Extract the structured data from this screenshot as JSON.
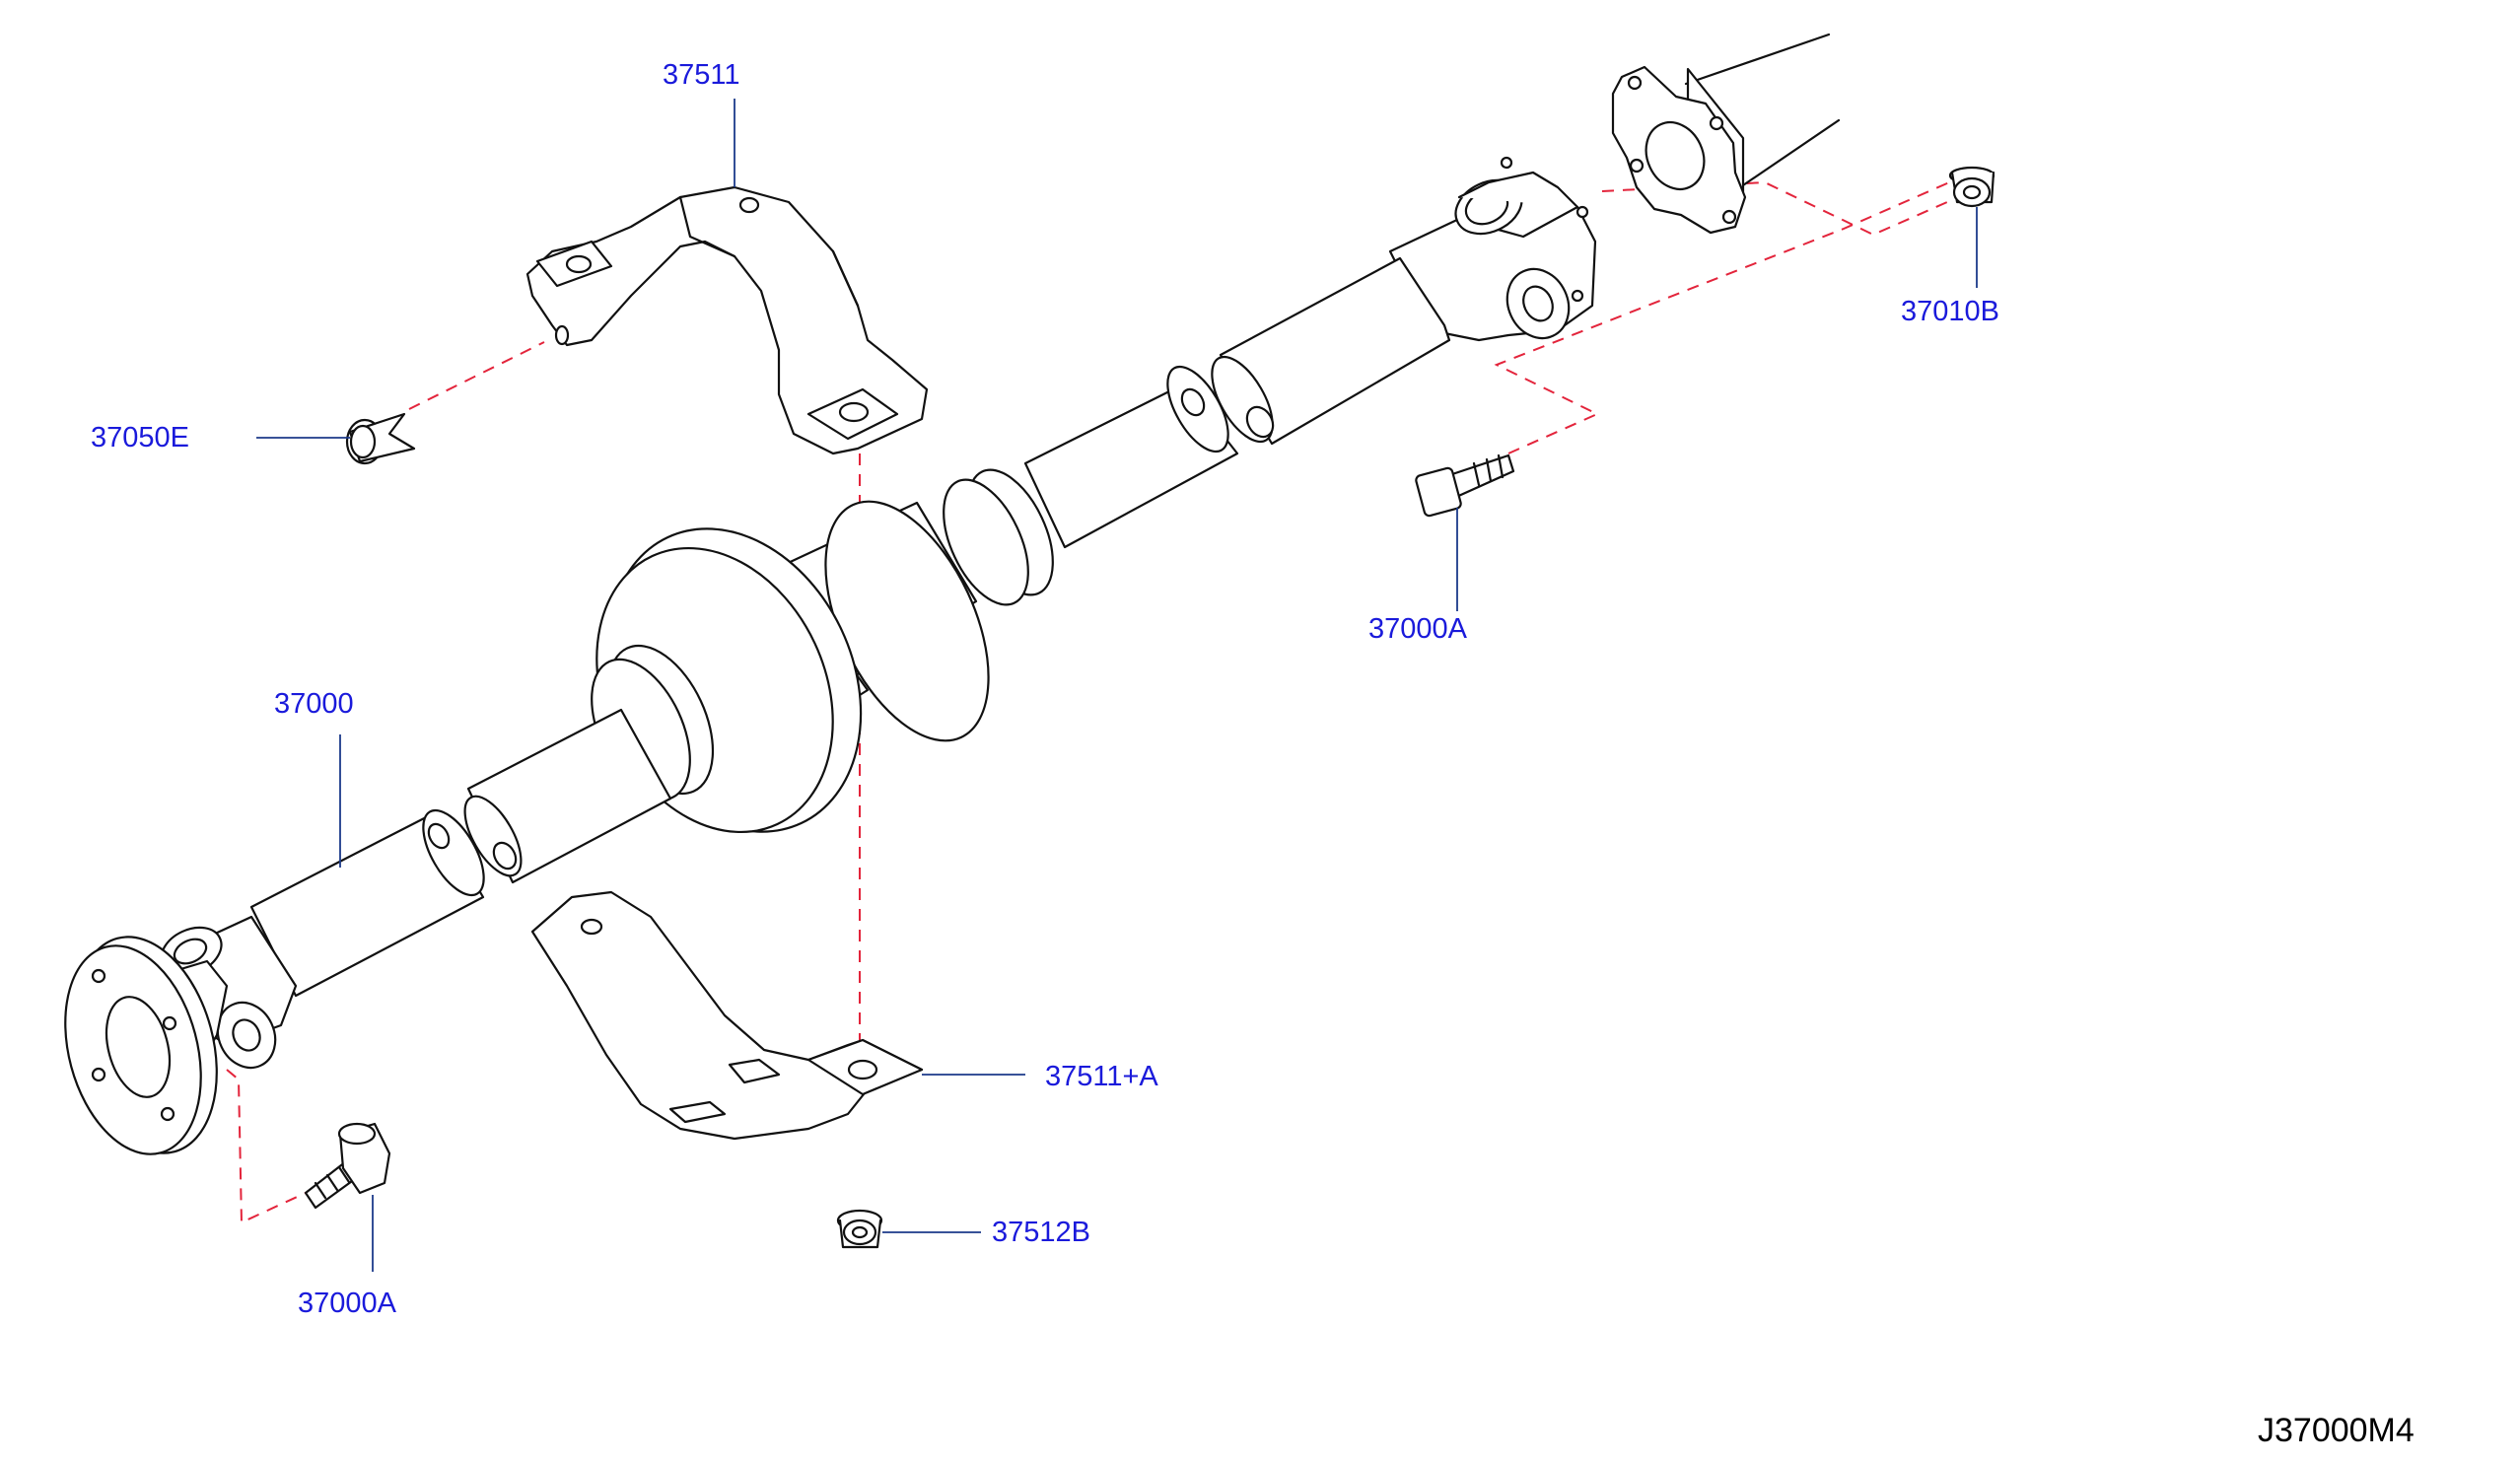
{
  "diagram": {
    "labels": {
      "center_bearing_bracket_upper": "37511",
      "grommet_clip": "37050E",
      "propeller_shaft": "37000",
      "flange_bolt_front": "37000A",
      "flange_bolt_rear": "37000A",
      "flange_nut": "37010B",
      "center_bearing_bracket_lower": "37511+A",
      "bracket_nut": "37512B"
    },
    "drawing_code": "J37000M4",
    "colors": {
      "part_label": "#1a1adb",
      "leader_line": "#1c3a8a",
      "assembly_dash": "#e3243b",
      "outline": "#111111"
    }
  }
}
